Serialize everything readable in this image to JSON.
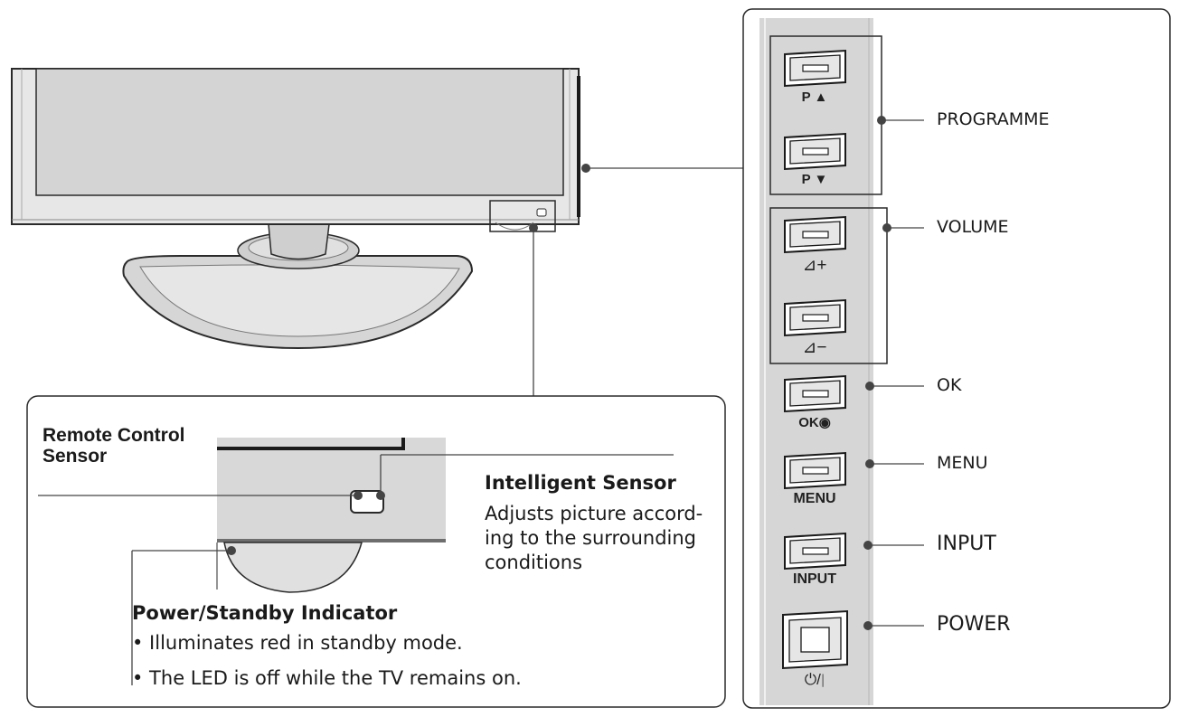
{
  "buttons": {
    "prog_up": "P ▲",
    "prog_down": "P ▼",
    "vol_up": "⊿+",
    "vol_down": "⊿−",
    "ok": "OK◉",
    "menu": "MENU",
    "input": "INPUT",
    "power": "⏻/∣"
  },
  "labels": {
    "programme": "PROGRAMME",
    "volume": "VOLUME",
    "ok": "OK",
    "menu": "MENU",
    "input": "INPUT",
    "power": "POWER"
  },
  "detail": {
    "remote_title_1": "Remote Control",
    "remote_title_2": "Sensor",
    "intelligent_title": "Intelligent Sensor",
    "intelligent_desc_1": "Adjusts picture accord-",
    "intelligent_desc_2": "ing to the surrounding",
    "intelligent_desc_3": "conditions",
    "power_title": "Power/Standby Indicator",
    "power_bullet_1": "• Illuminates red in standby mode.",
    "power_bullet_2": "• The LED is off while the TV remains on."
  }
}
